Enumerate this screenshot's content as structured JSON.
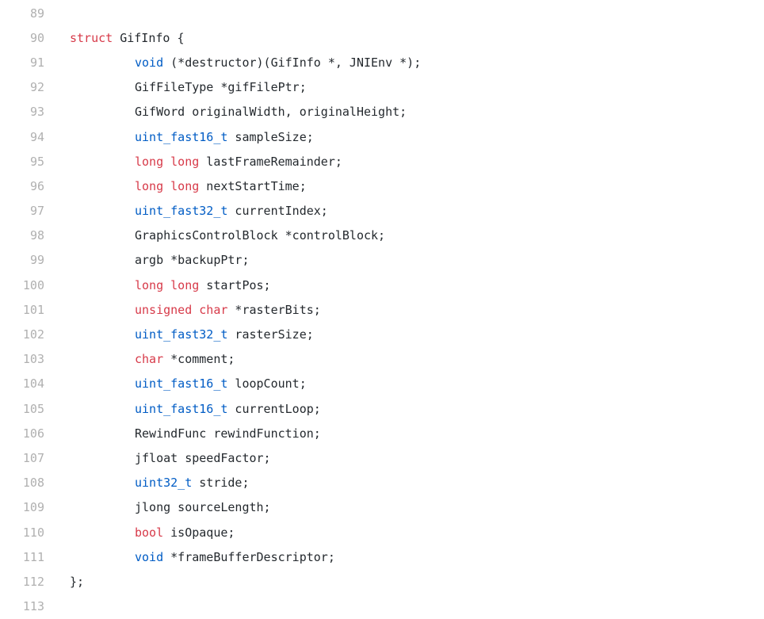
{
  "editor": {
    "lines": [
      {
        "num": "89",
        "kw": "",
        "rest": ""
      },
      {
        "num": "90",
        "kw": "struct",
        "rest": " GifInfo {"
      },
      {
        "num": "91",
        "kw": "void",
        "rest": " (*destructor)(GifInfo *, JNIEnv *);"
      },
      {
        "num": "92",
        "kw": "",
        "rest": "GifFileType *gifFilePtr;"
      },
      {
        "num": "93",
        "kw": "",
        "rest": "GifWord originalWidth, originalHeight;"
      },
      {
        "num": "94",
        "kw": "uint_fast16_t",
        "rest": " sampleSize;"
      },
      {
        "num": "95",
        "kw": "long long",
        "rest": " lastFrameRemainder;"
      },
      {
        "num": "96",
        "kw": "long long",
        "rest": " nextStartTime;"
      },
      {
        "num": "97",
        "kw": "uint_fast32_t",
        "rest": " currentIndex;"
      },
      {
        "num": "98",
        "kw": "",
        "rest": "GraphicsControlBlock *controlBlock;"
      },
      {
        "num": "99",
        "kw": "",
        "rest": "argb *backupPtr;"
      },
      {
        "num": "100",
        "kw": "long long",
        "rest": " startPos;"
      },
      {
        "num": "101",
        "kw": "unsigned char",
        "rest": " *rasterBits;"
      },
      {
        "num": "102",
        "kw": "uint_fast32_t",
        "rest": " rasterSize;"
      },
      {
        "num": "103",
        "kw": "char",
        "rest": " *comment;"
      },
      {
        "num": "104",
        "kw": "uint_fast16_t",
        "rest": " loopCount;"
      },
      {
        "num": "105",
        "kw": "uint_fast16_t",
        "rest": " currentLoop;"
      },
      {
        "num": "106",
        "kw": "",
        "rest": "RewindFunc rewindFunction;"
      },
      {
        "num": "107",
        "kw": "",
        "rest": "jfloat speedFactor;"
      },
      {
        "num": "108",
        "kw": "uint32_t",
        "rest": " stride;"
      },
      {
        "num": "109",
        "kw": "",
        "rest": "jlong sourceLength;"
      },
      {
        "num": "110",
        "kw": "bool",
        "rest": " isOpaque;"
      },
      {
        "num": "111",
        "kw": "void",
        "rest": " *frameBufferDescriptor;"
      },
      {
        "num": "112",
        "kw": "",
        "rest": "};"
      },
      {
        "num": "113",
        "kw": "",
        "rest": ""
      }
    ]
  },
  "colors": {
    "background": "#ffffff",
    "line_number": "#b0b0b0",
    "text": "#24292e",
    "keyword_red": "#d73a49",
    "keyword_blue": "#005cc5"
  }
}
